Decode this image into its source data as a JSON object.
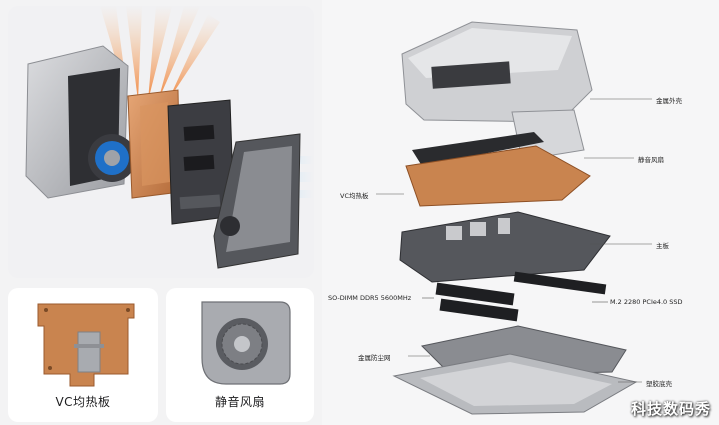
{
  "cards": [
    {
      "title": "VC均热板"
    },
    {
      "title": "静音风扇"
    }
  ],
  "callouts": [
    {
      "label": "金属外壳"
    },
    {
      "label": "静音风扇"
    },
    {
      "label": "VC均热板"
    },
    {
      "label": "主板"
    },
    {
      "label": "SO-DIMM DDR5 5600MHz"
    },
    {
      "label": "M.2 2280 PCIe4.0 SSD"
    },
    {
      "label": "金属防尘网"
    },
    {
      "label": "塑胶底壳"
    }
  ],
  "watermark": "科技数码秀",
  "colors": {
    "copper": "#c9844f",
    "aluminum": "#c8c9cc",
    "blue_glow": "#5ab8f0",
    "orange_glow": "#f08a3c",
    "dark": "#2b2b2e"
  }
}
